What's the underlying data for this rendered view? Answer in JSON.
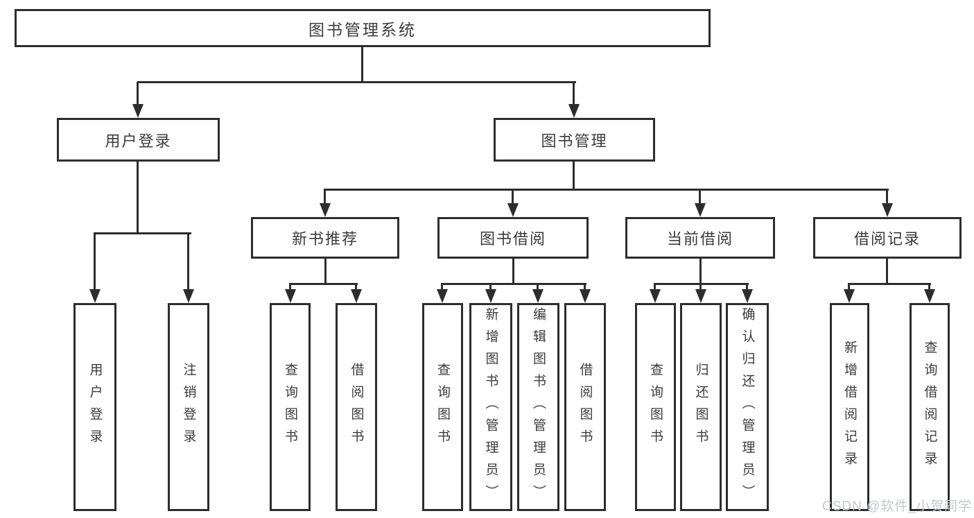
{
  "diagram": {
    "root": "图书管理系统",
    "level2": [
      "用户登录",
      "图书管理"
    ],
    "level3": [
      "新书推荐",
      "图书借阅",
      "当前借阅",
      "借阅记录"
    ],
    "leaves": [
      "用户登录",
      "注销登录",
      "查询图书",
      "借阅图书",
      "查询图书",
      "新增图书（管理员）",
      "编辑图书（管理员）",
      "借阅图书",
      "查询图书",
      "归还图书",
      "确认归还（管理员）",
      "新增借阅记录",
      "查询借阅记录"
    ]
  },
  "watermark": "CSDN @软件_小贺同学",
  "colors": {
    "line": "#2d2d2d",
    "text": "#3b3b3b",
    "box_background": "#ffffff",
    "page_background": "#ffffff",
    "watermark": "#c3c7cc"
  }
}
